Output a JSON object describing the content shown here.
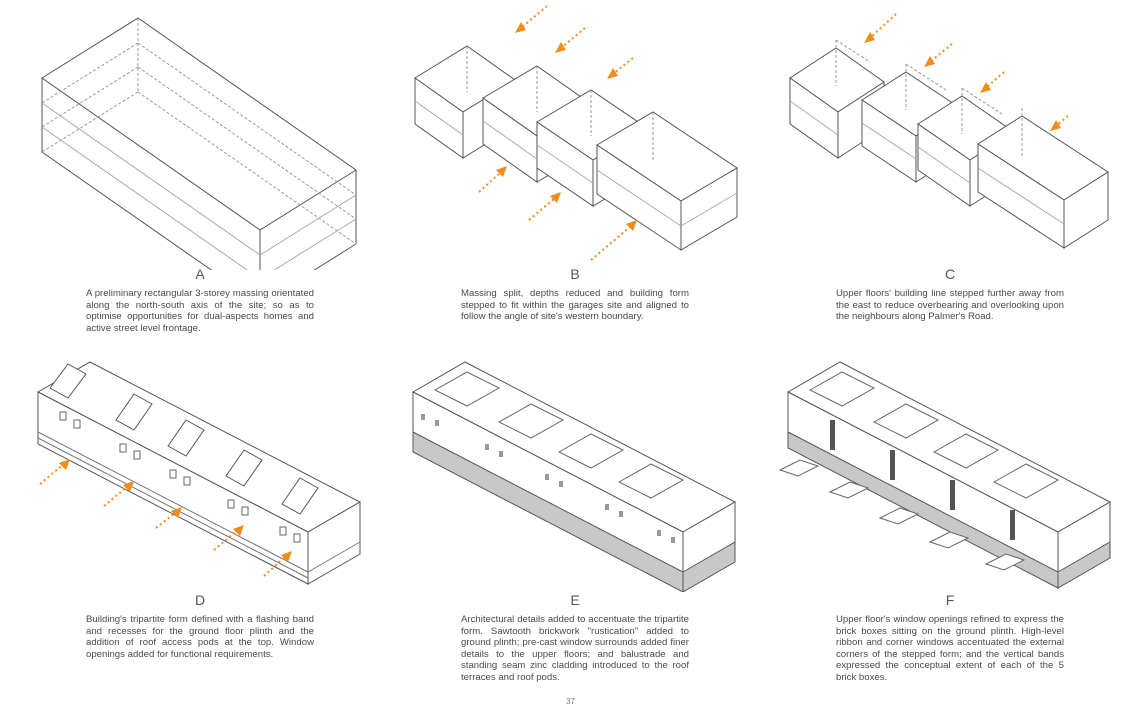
{
  "panels": [
    {
      "letter": "A",
      "caption": "A preliminary rectangular 3-storey massing orientated along the north-south axis of the site; so as to optimise opportunities for dual-aspects homes and active street level frontage."
    },
    {
      "letter": "B",
      "caption": "Massing split, depths reduced and building form stepped to fit within the garages site and aligned to follow the angle of site's western boundary."
    },
    {
      "letter": "C",
      "caption": "Upper floors' building line stepped further away from the east  to reduce overbearing and overlooking upon the neighbours along Palmer's Road."
    },
    {
      "letter": "D",
      "caption": "Building's tripartite form defined with a flashing band and recesses for the ground floor plinth and the addition of roof access pods at the top. Window openings added for functional requirements."
    },
    {
      "letter": "E",
      "caption": "Architectural details added to accentuate the tripartite form. Sawtooth brickwork \"rustication\" added to ground plinth; pre-cast window surrounds added finer details to the upper floors; and balustrade and standing seam zinc cladding introduced to the roof terraces and roof pods."
    },
    {
      "letter": "F",
      "caption": "Upper floor's window openings refined to express the brick boxes sitting on the ground plinth. High-level ribbon and corner windows accentuated the external corners of the stepped form; and the vertical bands expressed the conceptual extent of each of the 5 brick boxes."
    }
  ],
  "page_number": "37",
  "colors": {
    "arrow": "#f08c1a",
    "line": "#555555",
    "dashed": "#9a9a9a",
    "plinth": "#c8c8c8",
    "fill": "#ffffff"
  }
}
